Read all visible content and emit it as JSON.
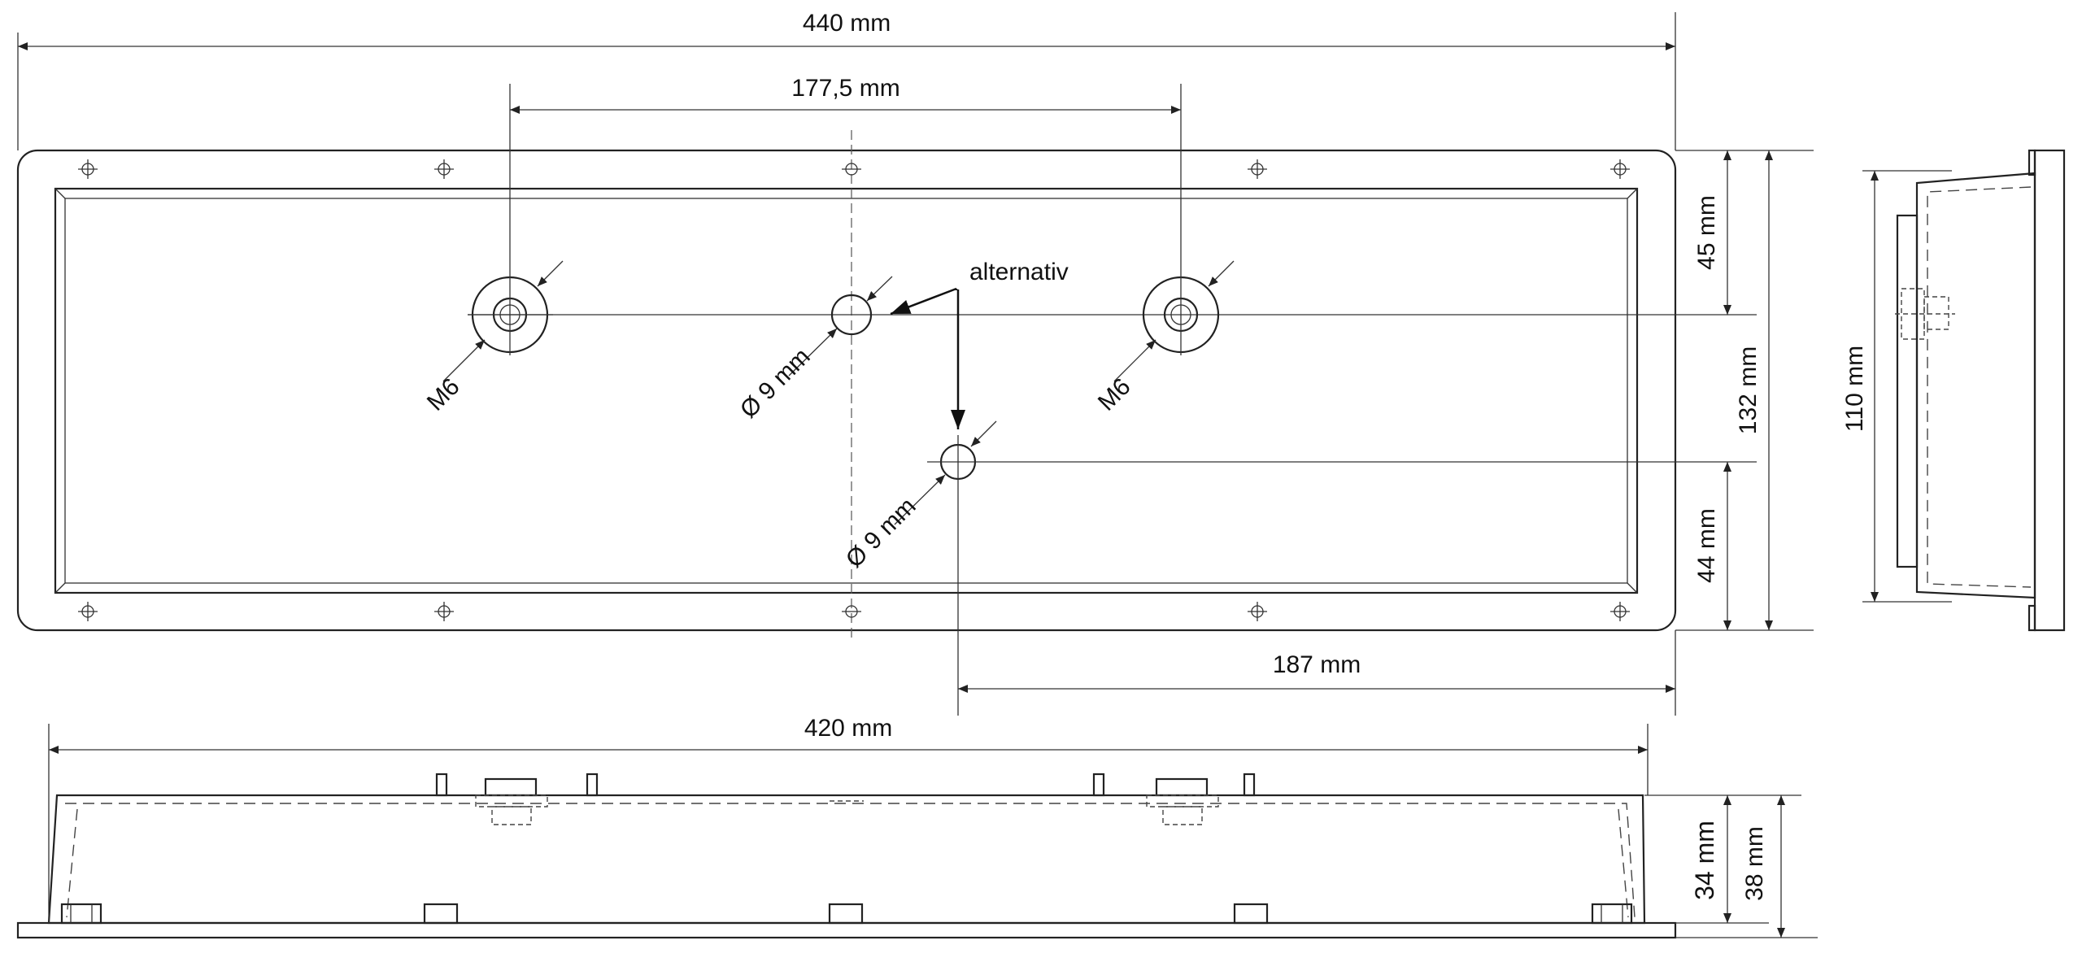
{
  "dimensions": {
    "width_total": "440 mm",
    "hole_spacing": "177,5 mm",
    "top_to_hole": "45 mm",
    "bottom_to_hole": "44 mm",
    "height_total": "132 mm",
    "alt_hole_offset": "187 mm",
    "base_width": "420 mm",
    "side_height": "110 mm",
    "depth_inner": "34 mm",
    "depth_total": "38 mm"
  },
  "labels": {
    "thread_left": "M6",
    "thread_right": "M6",
    "hole_center": "Ø 9 mm",
    "hole_alt": "Ø 9 mm",
    "alternative": "alternativ"
  }
}
